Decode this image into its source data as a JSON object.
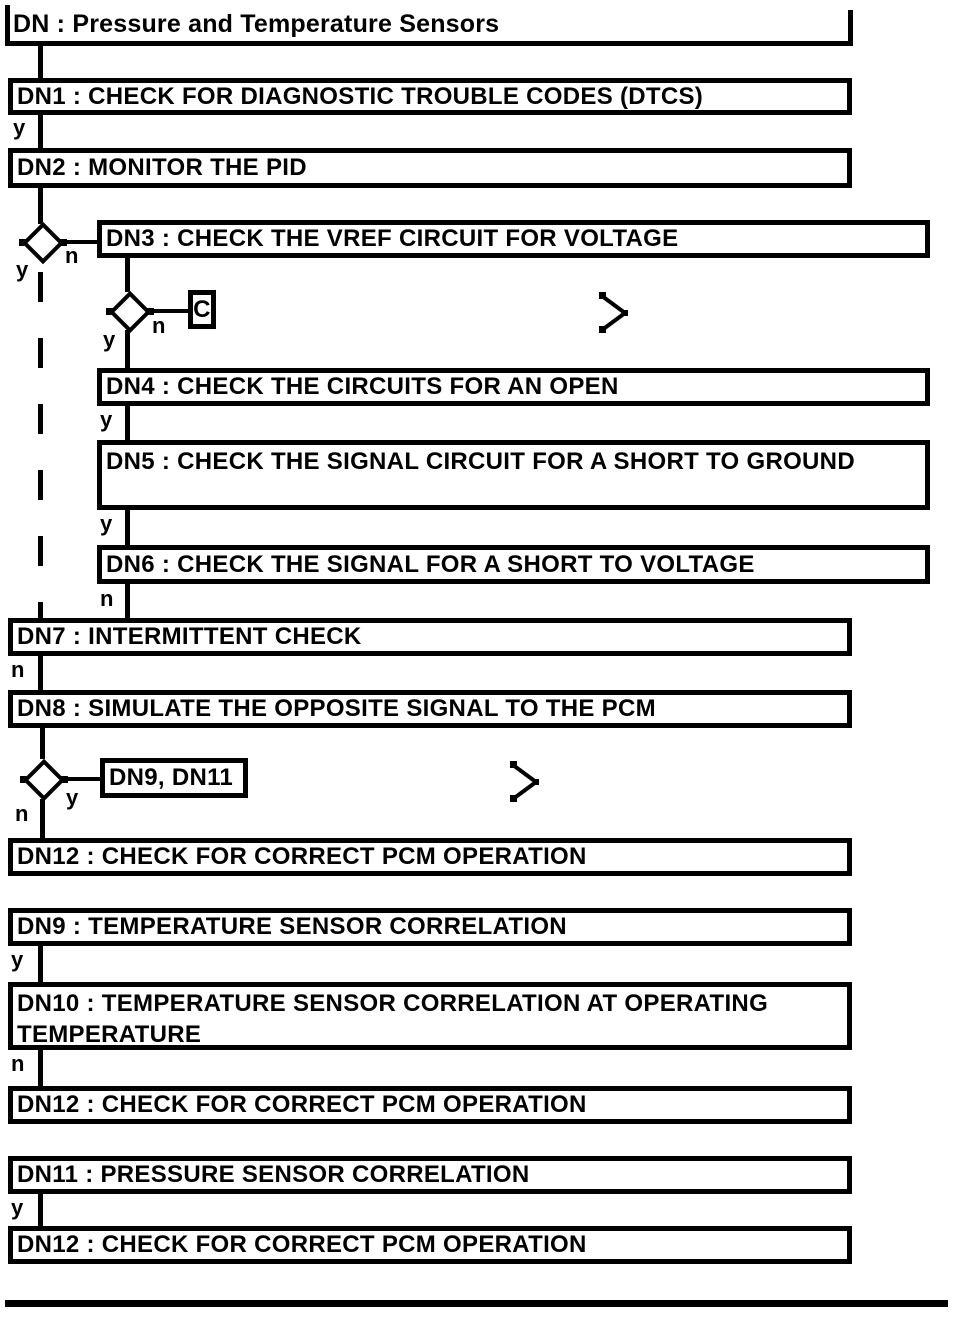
{
  "title": "DN : Pressure and Temperature Sensors",
  "colors": {
    "ink": "#000000",
    "paper": "#ffffff"
  },
  "labels": {
    "yes": "y",
    "no": "n"
  },
  "icons": {
    "decision": "diamond-outline-with-side-dots",
    "continue": "chevron-right-arrow"
  },
  "nodes": {
    "dn1": "DN1 : CHECK FOR DIAGNOSTIC TROUBLE CODES (DTCS)",
    "dn2": "DN2 : MONITOR THE PID",
    "dn3": "DN3 : CHECK THE VREF CIRCUIT FOR VOLTAGE",
    "connector_c": "C",
    "dn4": "DN4 : CHECK THE CIRCUITS FOR AN OPEN",
    "dn5": "DN5 : CHECK THE SIGNAL CIRCUIT FOR A SHORT TO GROUND",
    "dn6": "DN6 : CHECK THE SIGNAL FOR A SHORT TO VOLTAGE",
    "dn7": "DN7 : INTERMITTENT CHECK",
    "dn8": "DN8 : SIMULATE THE OPPOSITE SIGNAL TO THE PCM",
    "ref_dn9_dn11": "DN9, DN11",
    "dn9": "DN9 : TEMPERATURE SENSOR CORRELATION",
    "dn10": "DN10 : TEMPERATURE SENSOR CORRELATION AT OPERATING TEMPERATURE",
    "dn11": "DN11 : PRESSURE SENSOR CORRELATION",
    "dn12": "DN12 : CHECK FOR CORRECT PCM OPERATION"
  }
}
